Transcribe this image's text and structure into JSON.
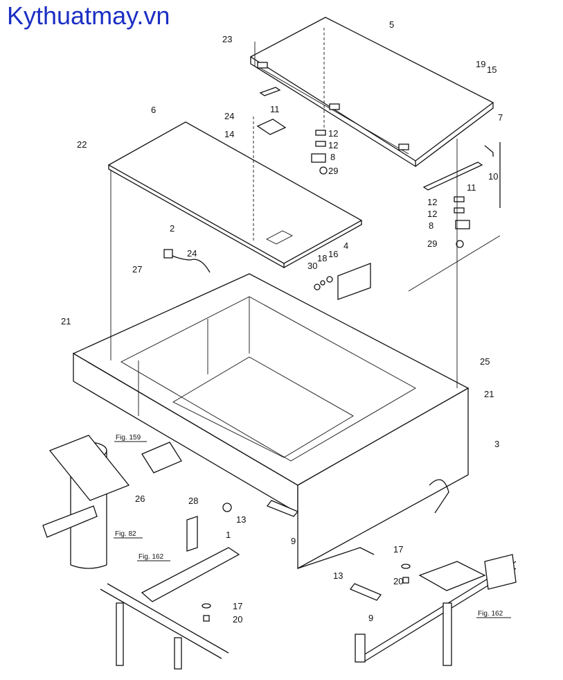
{
  "watermark": "Kythuatmay.vn",
  "part_labels": [
    "1",
    "2",
    "3",
    "4",
    "5",
    "6",
    "7",
    "8",
    "8",
    "9",
    "9",
    "10",
    "11",
    "11",
    "12",
    "12",
    "12",
    "12",
    "13",
    "13",
    "14",
    "15",
    "16",
    "17",
    "17",
    "18",
    "19",
    "20",
    "20",
    "21",
    "21",
    "22",
    "23",
    "24",
    "24",
    "25",
    "26",
    "27",
    "28",
    "29",
    "29",
    "30"
  ],
  "figure_refs": [
    "Fig. 159",
    "Fig. 82",
    "Fig. 162",
    "Fig. 162"
  ]
}
